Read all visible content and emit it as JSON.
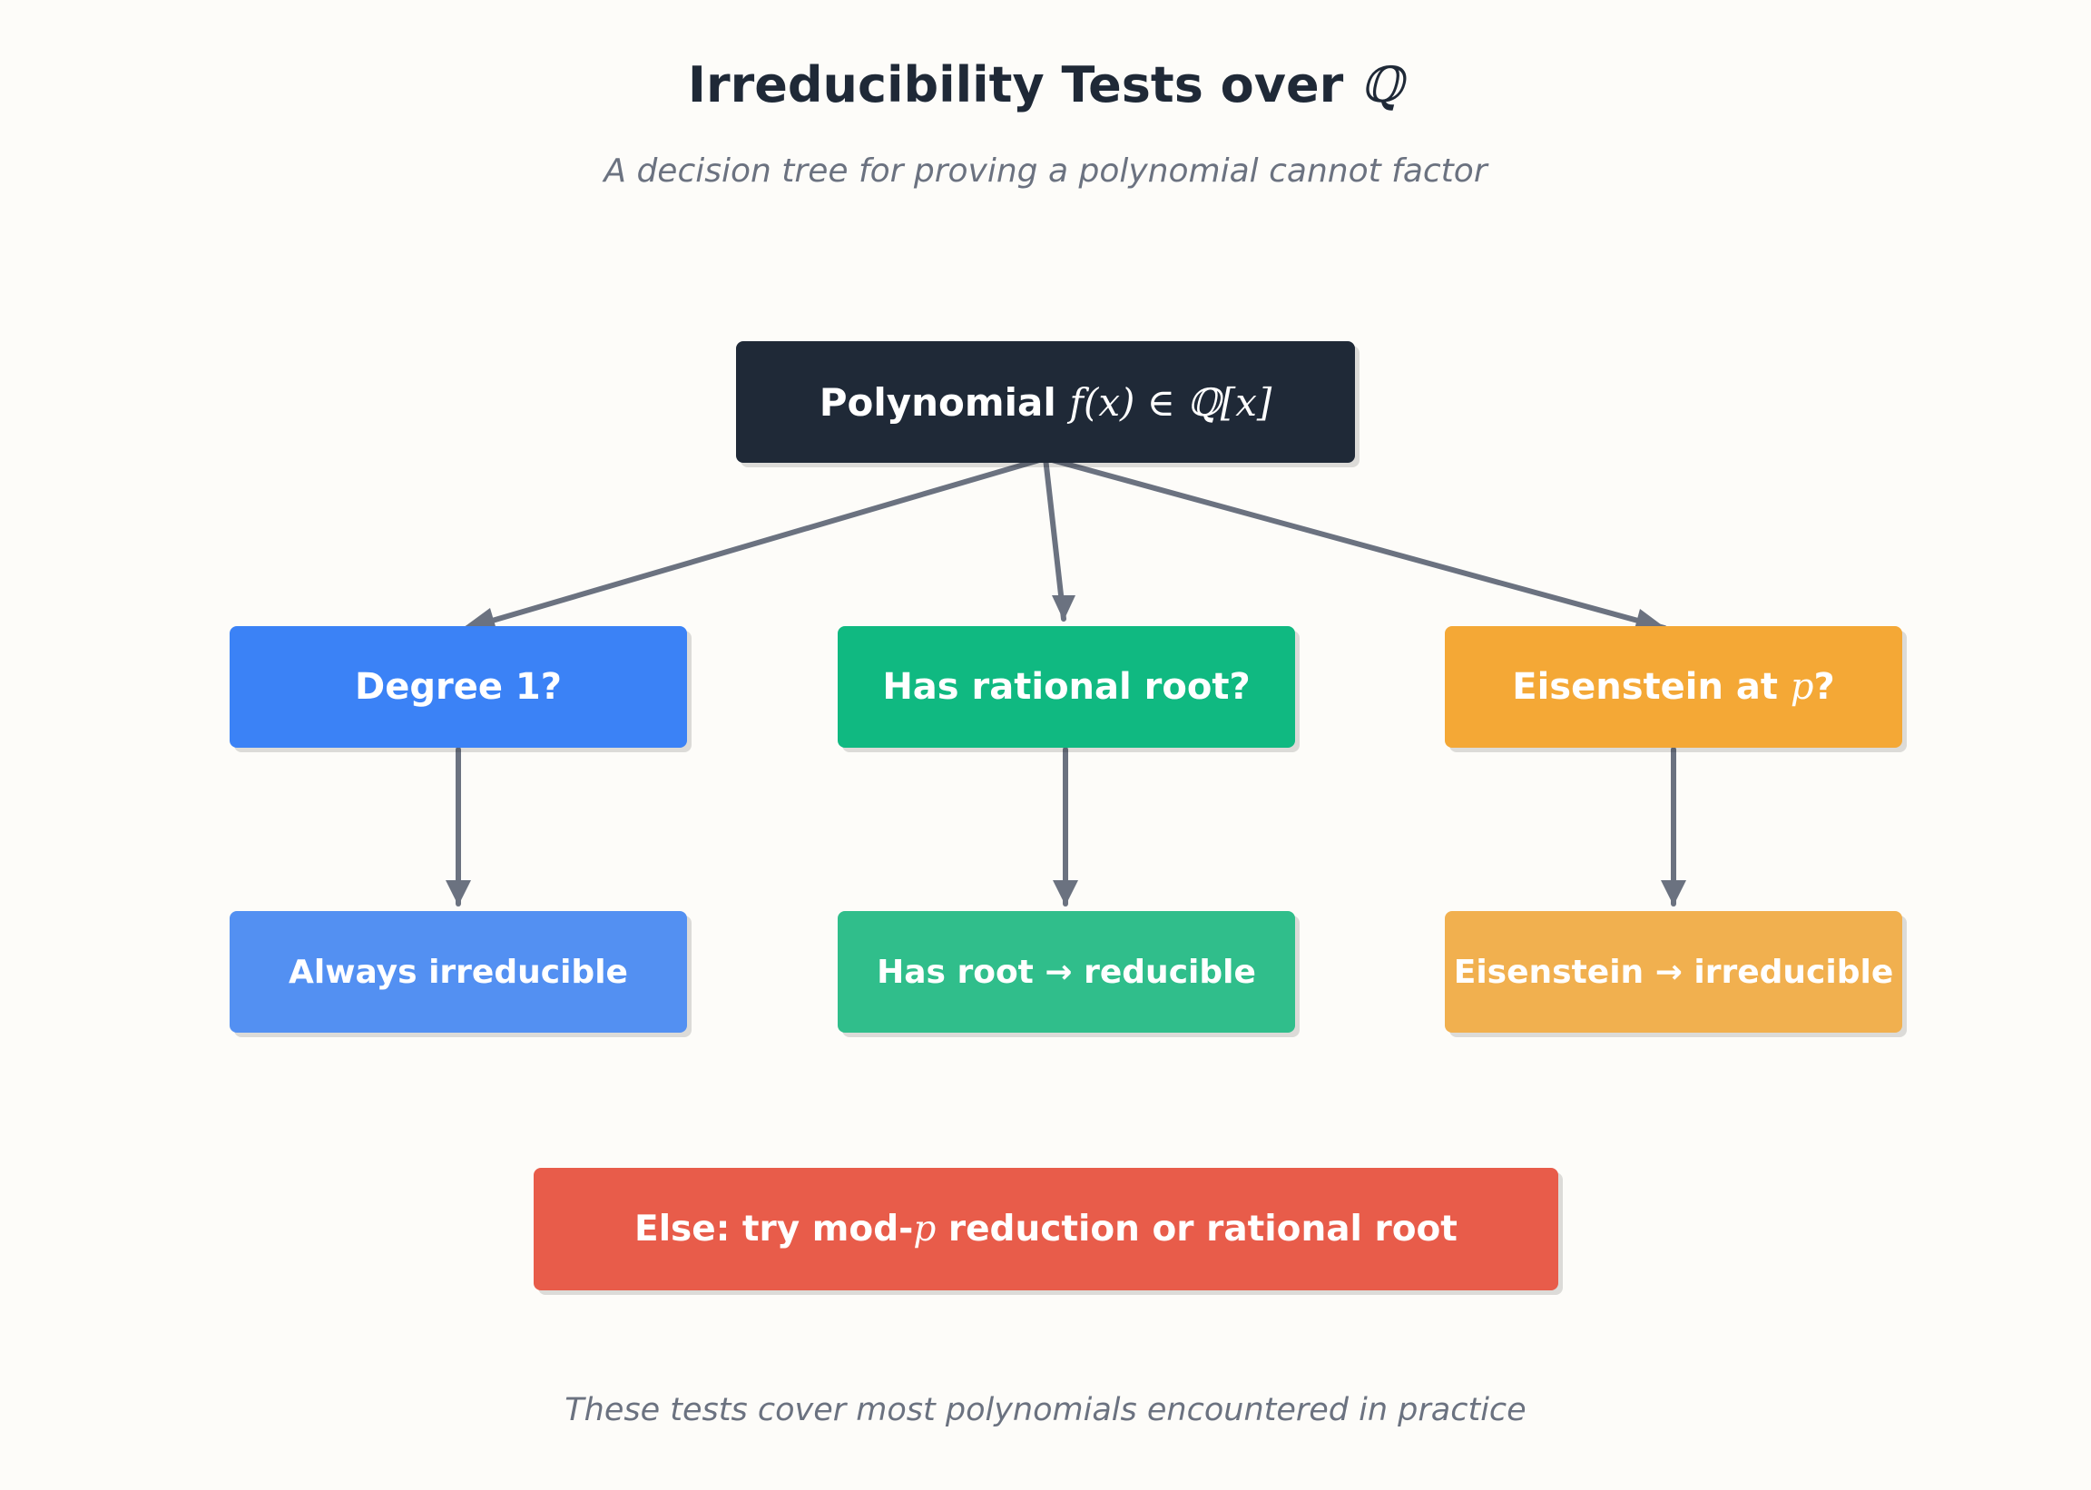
{
  "header": {
    "title": "Irreducibility Tests over",
    "title_symbol": "ℚ",
    "subtitle": "A decision tree for proving a polynomial cannot factor"
  },
  "colors": {
    "root": "#1f2937",
    "degree": "#3b82f6",
    "degree_result": "#5390f2",
    "rational": "#10b981",
    "rational_result": "#30be8b",
    "eisenstein": "#f4a836",
    "eisenstein_result": "#f1b04f",
    "fallback": "#e85c4a",
    "edge": "#6b7280"
  },
  "nodes": {
    "root": {
      "label": "Polynomial",
      "math": "f(x) ∈ ℚ[x]"
    },
    "degree": {
      "label": "Degree 1?"
    },
    "rational": {
      "label": "Has rational root?"
    },
    "eisenstein": {
      "label": "Eisenstein at",
      "math": "p",
      "suffix": "?"
    },
    "degree_result": {
      "label": "Always irreducible"
    },
    "rational_result": {
      "label": "Has root → reducible"
    },
    "eisenstein_result": {
      "label": "Eisenstein → irreducible"
    },
    "fallback": {
      "prefix": "Else: try mod-",
      "math": "p",
      "suffix": " reduction or rational root"
    }
  },
  "footer": {
    "note": "These tests cover most polynomials encountered in practice"
  }
}
